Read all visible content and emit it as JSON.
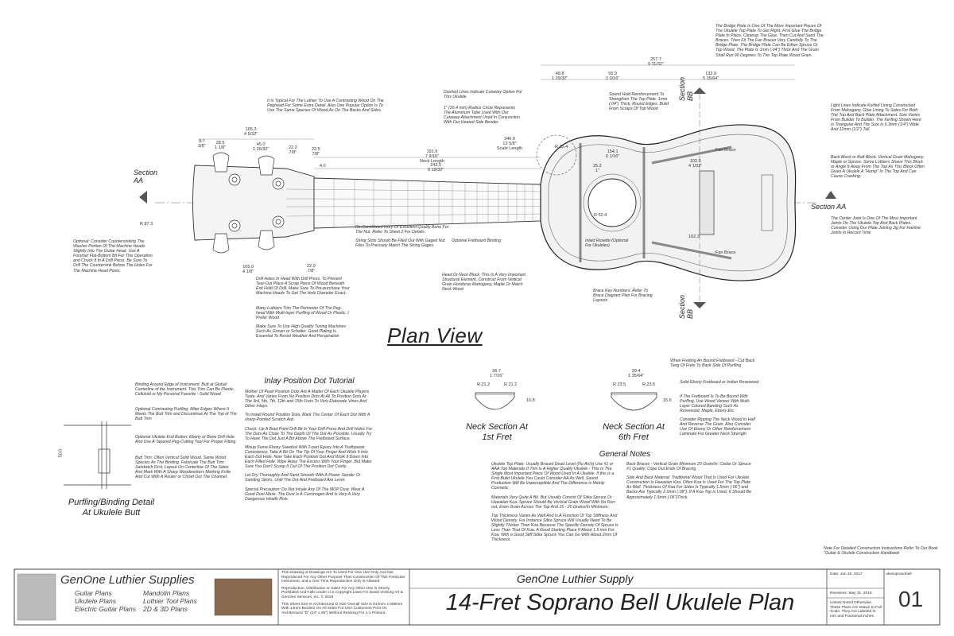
{
  "plan_title": "Plan View",
  "section_aa_label": "Section\nAA",
  "section_aa_right": "Section AA",
  "section_bb_label": "Section\nBB",
  "notes": {
    "bridge_plate": "The Bridge Plate Is One Of The More Important Pieces Of The Ukulele Top Plate To Get Right. First Glue The Bridge Plate In Place, Cleanup The Glue, Then Cut And Sand The Braces. Then Fit The Fan Braces Very Carefully To The Bridge Plate. The Bridge Plate Can Be Either Spruce Or Top Wood. The Plate Is 1mm (.04\") Thick And The Grain Shall Run 90 Degrees To The Top Plate Wood Grain.",
    "headstock_wood": "It Is Typical For The Luthier To Use A Contrasting Wood On The Peghead For Some Extra Detail. Also One Popular Option Is To Use The Same Species Of Wood As On The Backs And Sides.",
    "cutaway": "Dashed Lines Indicate Cutaway Option For This Ukulele",
    "radius_circle": "1\" (25.4 mm) Radius Circle Represents The Aluminum Tube Used With Our Cutaway Attachment Used In Conjunction With Our Heated Side Bender.",
    "sound_hole": "Sound Hold Reinforcement To Strengthen The Top Plate. 1mm (.04\") Thick, Round Edges. Build From Scraps Of Top Wood",
    "light_lines": "Light Lines Indicate Kerfed Lining Constructed From Mahogany. Glue Lining To Sides For Both The Top And Back Plate Attachment. Size Varies From Builder To Builder. The Kerfing Shown Here Is Triangular And The Size Is 6.3mm (1/4\") Wide And 12mm (1/2\") Tall.",
    "back_block": "Back Block or Butt Block. Vertical Grain Mahogany, Maple or Spruce. Some Luthiers Shave This Block or Angle It Away From The Top As This Block Often Gives A Ukulele A \"Hump\" In The Top And Can Cause Cracking.",
    "center_joint": "The Center Joint Is One Of The Most Important Joints On The Ukulele Top And Back Plates. Consider Using Our Plate Joining Jig For Hairline Joints In Record Time",
    "countersink": "Optional: Consider Countersinking The Washer Portion Of The Machine Heads Slightly Into The Guitar Head. Use A Forstner Flat-Bottom Bit For This Operation and Chuck It In A Drill Press. Be Sure To Drill The Countersink Before The Holes For The Machine Head Posts.",
    "ivory_nut": "Re-Constituted Ivory Or Excellent Quality Bone For The Nut. Refer To Sheet 2 For Details",
    "string_slots": "String Slots Should Be Filed Out With Gaged Nut Files To Precisely Match The String Gages.",
    "fretboard_binding": "Optional Fretboard Binding",
    "inlaid_rosette": "Inlaid Rosette (Optional For Ukuleles)",
    "head_block": "Head Or Neck Block. This Is A Very Important Structural Element. Construct From Vertical Grain Honduras Mahogany, Maple Or Match Neck Wood",
    "brace_key": "Brace Key Numbers. Refer To Brace Diagram Plan For Bracing Layouts",
    "drill_holes": "Drill Holes In Head With Drill Press. To Prevent Tear-Out Place A Scrap Piece Of Wood Beneath Exit Hold Of Drill. Make Sure To Pre-purchase Your Machine Heads To Get The Hole Diameter Exact.",
    "peghead_trim": "Many Luthiers Trim The Perimeter Of The Peg-head With Multi-layer Purfling of Wood Or Plastic. I Prefer Wood",
    "tuning_machines": "Make Sure To Use High Quality Tuning Machines Such As Grover or Schaller. Good Plating Is Essential To Resist Weather And Perspiration",
    "binding": "Binding Around Edge of Instrument. Butt at Global Centerline of the Instrument. This Trim Can Be Plastic, Celluloid or My Personal Favorite - Solid Wood.",
    "purfling": "Optional Contrasting Purfling. Miter Edges Where It Meets The Butt Trim and Discontinue At The Top of The Butt Trim",
    "end_button": "Optional Ukulele End Button. Ebony or Bone Drill Hole And Use A Tapered Peg-Cutting Tool For Proper Fitting",
    "butt_trim": "Butt Trim: Often Vertical Solid Wood, Same Wood Species As The Binding. Fabricate The Butt Trim Sandwich First, Layout On Centerline Of The Sides And Mark With A Sharp Woodworkers Marking Knife And Cut With A Router or Chisel Out The Channel.",
    "fretting_bound": "When Fretting An Bound Fretboard - Cut Back Tang Of Frets To Back Side Of Purfling",
    "solid_ebony": "Solid Ebony Fretboard or Indian Rosewood",
    "fretboard_bound": "If The Fretboard Is To Be Bound With Purfling, Use Wood Veneer With Multi-Layer Colored Banding Such As Rosewood, Maple, Ebony Etc.",
    "ripping_neck": "Consider Ripping The Neck Wood In Half And Reverse The Grain. Also Consider Use Of Ebony Or Other Reinforcement Laminate For Greater Neck Strength",
    "construction_ref": "Note For Detailed Construction Instructions Refer To Our Book \"Guitar & Ukulele Construction Handbook"
  },
  "inlay": {
    "title": "Inlay Position Dot Tutorial",
    "p1": "Mother Of Pearl Position Dots Are A Matter Of Each Ukulele Players Taste. And Varies From No Position Dots At All To Position Dots At The 3rd, 5th, 7th, 12th and 15th Frets To Very Elaborate Vines And Other Inlays.",
    "p2": "To Install Round Position Dots, Mark The Center Of Each Dot With A sharp-Pointed Scratch Awl.",
    "p3": "Chuck -Up A Brad Point Drill Bit In Your Drill Press And Drill Holes For The Dots As Close To The Depth Of The Dot As Possible. Usually Try To Have The Dot Just A Bit Above The Fretboard Surface.",
    "p4": "Mixup Some Ebony Sawdust With 2-part Epoxy Into A Toothpaste Consistency. Take A Bit On The Tip Of Your Finger And Work It Into Each Dot Hole. Now Take Each Position Dot And Work It Down Into Each Filled Hole. Wipe Away The Excess With Your Finger. But Make Sure You Don't Scoop It Out Of The Position Dot Cavity.",
    "p5": "Let Dry Thoroughly And Sand Smooth With A Power Sander Or Sanding Sticks, Until The Dot And Fretboard Are Level.",
    "p6": "Special Precaution: Do Not Inhale Any Of The MOP Dust. Wear A Good Dust Mask. The Dust Is A Carcinogen And Is Very A Very Dangerous Health Risk."
  },
  "neck_section_1": "Neck Section At\n1st Fret",
  "neck_section_6": "Neck Section At\n6th Fret",
  "purfling_detail_title": "Purfling/Binding Detail\nAt Ukulele Butt",
  "general_notes": {
    "title": "General Notes",
    "left": [
      "Ukulele Top Plate: Usually Braced Dead Level (No Arch) Use #1 or AAA Top Materials If This Is A Higher Quality Ukulele - This Is The Single Most Important Piece Of Wood Used In A Ukulele. If this is a First Build Ukulele You Could Consider AA As Well. Sound Production Will Be Imperceptible And The Difference is Mainly Cosmetic.",
      "Materials Very Quite A Bit. But Usually Consist Of Sitka Spruce Or Hawaiian Koa. Spruce Should Be Vertical Grain Wood With No Run-out, Even Grain Across The Top And 16 - 20 Grains/In Minimum.",
      "Top Thickness Varies As Well And Is A Function Of Top Stiffness And Wood Density. For Instance Sitka Spruce Will Usually Need To Be Slightly Thicker Than Koa Because The Specific Density Of Spruce Is Less Than That Of Koa. A Good Starting Place If About 1.5 mm For Koa. With a Good Stiff Sitka Spruce You Can Go With About 2mm Of Thickness."
    ],
    "right": [
      "Back Braces - Vertical Grain Minimum 20 Grain/In. Cedar Or Spruce #1 Quality. Cope Out Ends Of Bracing.",
      "Side And Back Material: Traditional Wood That Is Used For Ukulele Construction Is Hawaiian Koa. Often Koa Is Used For The Top Plate As Well. Thickness Of Koa For Sides Is Typically 1.5mm (.06\") and Backs Are Typically 2.0mm (.08\"). If A Koa Top Is Used, It Should Be Approximately 1.5mm (.06\")Thick."
    ]
  },
  "title_block": {
    "company": "GenOne Luthier Supplies",
    "products_left": [
      "Guitar Plans",
      "Ukulele Plans",
      "Electric Guitar Plans"
    ],
    "products_right": [
      "Mandolin Plans",
      "Luthier Tool Plans",
      "2D & 3D Plans"
    ],
    "disclaimer_1": "This Drawing or Drawings Are To Used For One Use Only And Not Reproduced For Any Other Purpose Than Construction Of This Particular Instrument, and a One Time Reproduction Only is Allowed.",
    "disclaimer_2": "Reproduction, Distribution or Sales For Any Other Use Is Strictly Prohibited And Falls Under U.S Copyright Laws For David Verburg Art & GenOne Services, Inc. © 2019",
    "disclaimer_3": "This Sheet Size Is Architectural D Size Overall Size is 914mm x 609mm With 14mm Borders On All Sides For USA Customers Print On Architectural \"D\" (24\" x 36\") Without Resizing For 1:1 Printout.",
    "supply_name": "GenOne Luthier Supply",
    "plan_name": "14-Fret Soprano Bell Ukulele Plan",
    "date": "Date: Jan 15, 2017",
    "revisions": "Revisions: May 31, 2019",
    "code": "ukesopranobell",
    "scale_note": "Unless Noted Otherwise, These Plans Are Drawn to Full Scale. They Are Labeled In mm and Fractional inches",
    "sheet_number": "01"
  },
  "dimensions": {
    "d257": "257.7",
    "d257i": "9 11/32\"",
    "d48": "48.8",
    "d48i": "1 29/32\"",
    "d55": "55.9",
    "d55i": "2 3/16\"",
    "d132": "132.9",
    "d132i": "5 15/64\"",
    "d346": "346.0",
    "d346i": "13 5/8\"",
    "d346l": "Scale Length",
    "d191": "191.9",
    "d191i": "7 9/16\"",
    "d191l": "Neck Length",
    "d243": "243.5",
    "d243i": "9 19/32\"",
    "d105a": "105.3",
    "d105ai": "4 5/32\"",
    "d105b": "105.0",
    "d105bi": "4 1/8\"",
    "d45": "45.0",
    "d45i": "1 25/32\"",
    "d28": "28.5",
    "d28i": "1 1/8\"",
    "d22a": "22.2",
    "d22ai": "7/8\"",
    "d22b": "22.5",
    "d22bi": "7/8\"",
    "d22c": "22.0",
    "d22ci": "7/8\"",
    "d9": "9.7",
    "d9i": "3/8\"",
    "d4": "4.0",
    "d154": "154.1",
    "d154i": "6 1/16\"",
    "d25": "25.2",
    "d25i": "1\"",
    "r25": "R 25.4",
    "r52": "R 52.4",
    "d102a": "102.3",
    "d102ai": "4 1/32\"",
    "d102b": "102.3",
    "d87": "R 87.3",
    "d36": "36.7",
    "d36i": "1 7/16\"",
    "d39": "39.4",
    "d39i": "1 35/64\"",
    "r21": "R 21.2",
    "r23": "R 23.5",
    "d16": "16.8",
    "d15": "15.6",
    "d50": "50.0",
    "fan": "Fan Brace",
    "fan2": "Fan Brace"
  }
}
